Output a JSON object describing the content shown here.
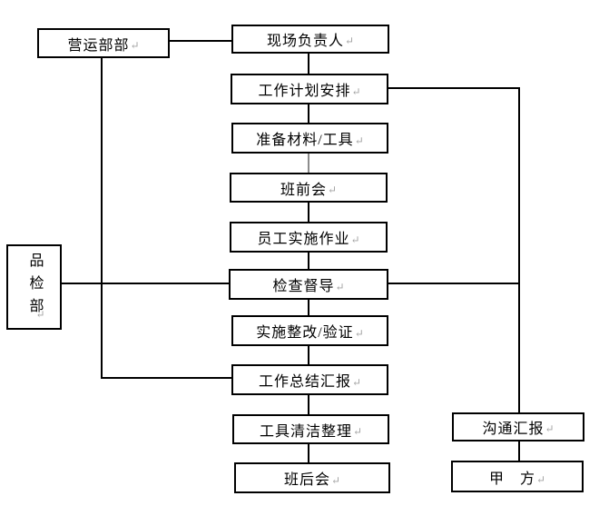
{
  "diagram": {
    "type": "flowchart",
    "return_mark": "↵",
    "colors": {
      "line": "#000000",
      "gray_connector": "#8c8c8c",
      "return_mark": "#a3a3a3",
      "background": "#ffffff",
      "box_border": "#000000"
    },
    "nodes": {
      "operations_dept": {
        "label": "营运部部"
      },
      "site_manager": {
        "label": "现场负责人"
      },
      "work_plan": {
        "label": "工作计划安排"
      },
      "prepare_materials": {
        "label": "准备材料/工具"
      },
      "pre_shift_meeting": {
        "label": "班前会"
      },
      "staff_work": {
        "label": "员工实施作业"
      },
      "inspection": {
        "label": "检查督导"
      },
      "rectify_verify": {
        "label": "实施整改/验证"
      },
      "work_summary": {
        "label": "工作总结汇报"
      },
      "tool_cleanup": {
        "label": "工具清洁整理"
      },
      "post_shift_meeting": {
        "label": "班后会"
      },
      "quality_dept": {
        "label": "品检部"
      },
      "communication_report": {
        "label": "沟通汇报"
      },
      "party_a": {
        "label": "甲　方"
      }
    },
    "edges": [
      "operations_dept - site_manager",
      "operations_dept - work_summary",
      "quality_dept - inspection",
      "site_manager - work_plan",
      "work_plan - prepare_materials",
      "prepare_materials - pre_shift_meeting",
      "pre_shift_meeting - staff_work",
      "staff_work - inspection",
      "inspection - rectify_verify",
      "rectify_verify - work_summary",
      "work_summary - tool_cleanup",
      "tool_cleanup - post_shift_meeting",
      "work_plan - communication_report",
      "inspection - communication_report",
      "communication_report - party_a"
    ]
  }
}
